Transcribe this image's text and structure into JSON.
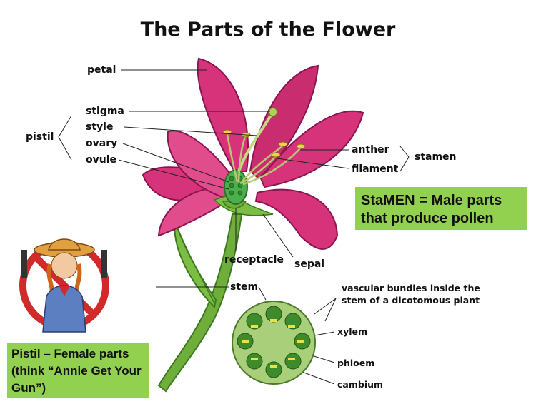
{
  "title": "The Parts of the Flower",
  "labels": {
    "petal": "petal",
    "stigma": "stigma",
    "style": "style",
    "pistil": "pistil",
    "ovary": "ovary",
    "ovule": "ovule",
    "anther": "anther",
    "filament": "filament",
    "stamen": "stamen",
    "receptacle": "receptacle",
    "sepal": "sepal",
    "stem": "stem",
    "vascular_line1": "vascular bundles inside the",
    "vascular_line2": "stem of a dicotomous plant",
    "xylem": "xylem",
    "phloem": "phloem",
    "cambium": "cambium"
  },
  "callouts": {
    "male_line1": "StaMEN = Male parts",
    "male_line2": "that produce pollen",
    "female_line1": "Pistil – Female parts",
    "female_line2": "(think “Annie Get Your",
    "female_line3": "Gun”)"
  },
  "colors": {
    "petal": "#d6337a",
    "petal_dark": "#a0185a",
    "stem": "#6fae3a",
    "stem_dark": "#3d7a1f",
    "ovary": "#4bb04b",
    "anther": "#f2d14a",
    "callout_green": "#92d050",
    "cross_section": "#a9cf7a"
  }
}
